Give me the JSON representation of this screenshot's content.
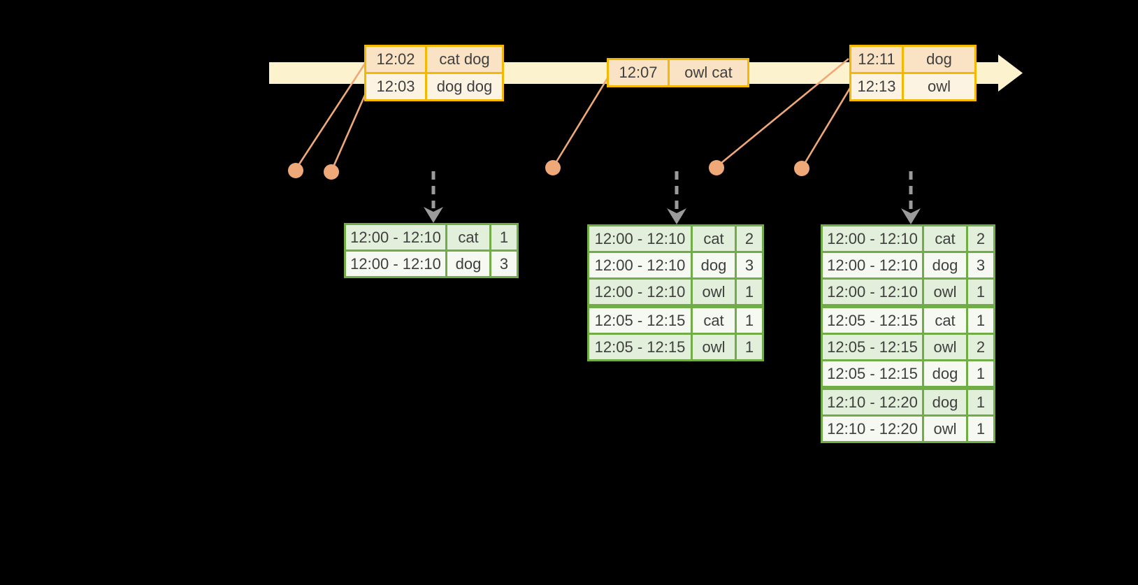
{
  "colors": {
    "background": "#000000",
    "timeline_fill": "#FCF2CE",
    "event_table_border": "#F5B800",
    "event_row_dark": "#FAE3C4",
    "event_row_light": "#FDF3E3",
    "marker": "#EFA878",
    "trigger_arrow": "#9B9B9B",
    "result_table_border": "#70AD47",
    "result_row_dark": "#E2EFDA",
    "result_row_light": "#F5F9F1",
    "table_text": "#3F3F3F"
  },
  "event_tables": [
    {
      "rows": [
        [
          "12:02",
          "cat dog"
        ],
        [
          "12:03",
          "dog dog"
        ]
      ]
    },
    {
      "rows": [
        [
          "12:07",
          "owl cat"
        ]
      ]
    },
    {
      "rows": [
        [
          "12:11",
          "dog"
        ],
        [
          "12:13",
          "owl"
        ]
      ]
    }
  ],
  "result_tables": [
    {
      "rows": [
        [
          "12:00 - 12:10",
          "cat",
          "1"
        ],
        [
          "12:00 - 12:10",
          "dog",
          "3"
        ]
      ],
      "group_breaks": []
    },
    {
      "rows": [
        [
          "12:00 - 12:10",
          "cat",
          "2"
        ],
        [
          "12:00 - 12:10",
          "dog",
          "3"
        ],
        [
          "12:00 - 12:10",
          "owl",
          "1"
        ],
        [
          "12:05 - 12:15",
          "cat",
          "1"
        ],
        [
          "12:05 - 12:15",
          "owl",
          "1"
        ]
      ],
      "group_breaks": [
        3
      ]
    },
    {
      "rows": [
        [
          "12:00 - 12:10",
          "cat",
          "2"
        ],
        [
          "12:00 - 12:10",
          "dog",
          "3"
        ],
        [
          "12:00 - 12:10",
          "owl",
          "1"
        ],
        [
          "12:05 - 12:15",
          "cat",
          "1"
        ],
        [
          "12:05 - 12:15",
          "owl",
          "2"
        ],
        [
          "12:05 - 12:15",
          "dog",
          "1"
        ],
        [
          "12:10 - 12:20",
          "dog",
          "1"
        ],
        [
          "12:10 - 12:20",
          "owl",
          "1"
        ]
      ],
      "group_breaks": [
        3,
        6
      ]
    }
  ]
}
